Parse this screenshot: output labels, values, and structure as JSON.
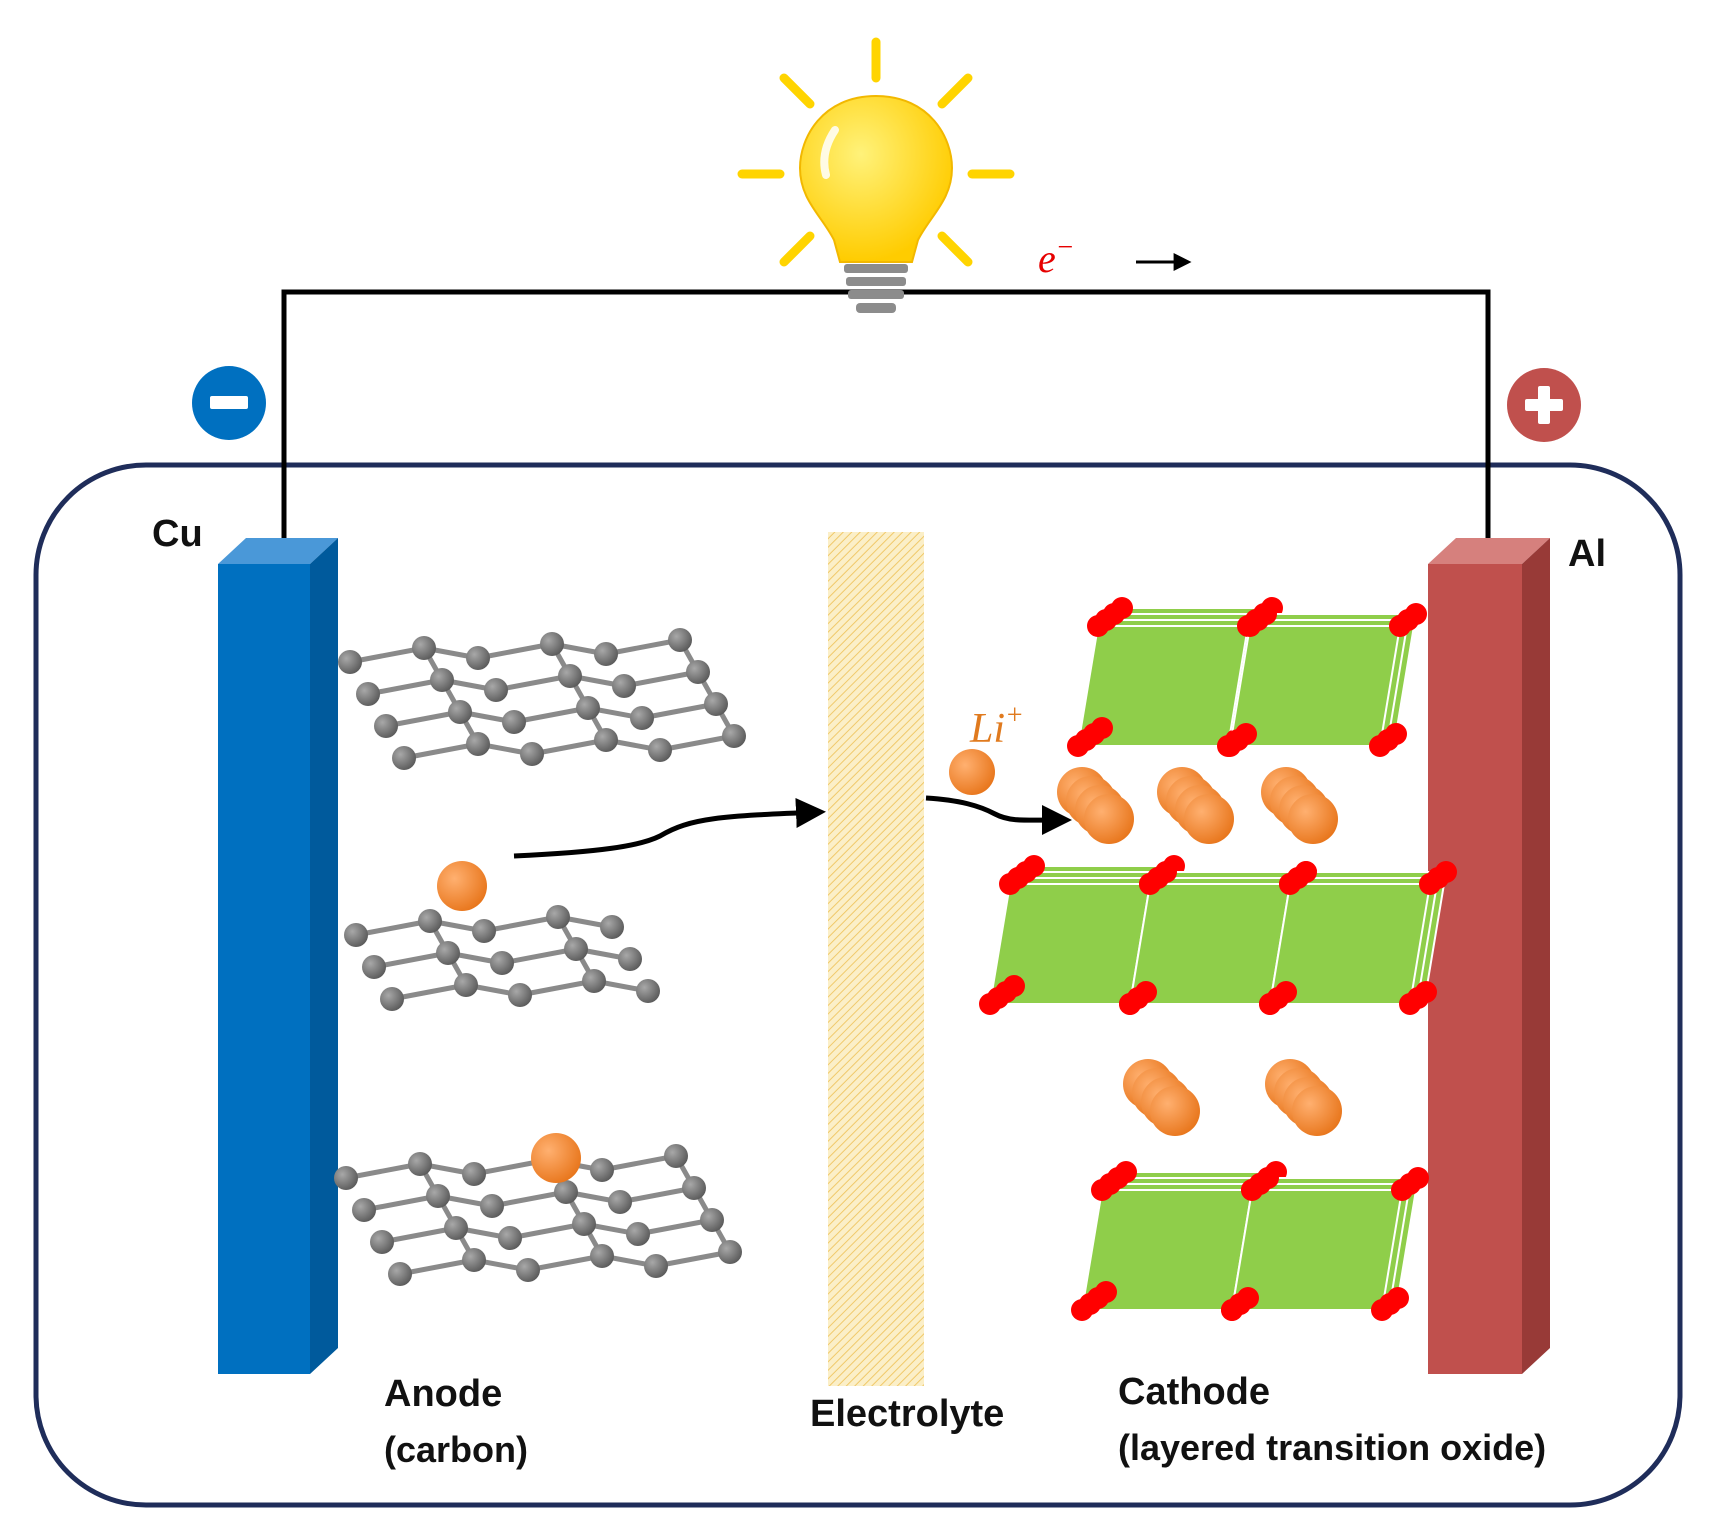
{
  "labels": {
    "negative_collector": "Cu",
    "positive_collector": "Al",
    "anode_title": "Anode",
    "anode_material": "(carbon)",
    "electrolyte": "Electrolyte",
    "cathode_title": "Cathode",
    "cathode_material": "(layered transition oxide)",
    "lithium_ion": {
      "base": "Li",
      "sup": "+"
    },
    "electron": {
      "base": "e",
      "sup": "−"
    },
    "negative_sign": "−",
    "positive_sign": "+"
  },
  "colors": {
    "cell_border": "#1f2d5a",
    "copper_electrode": "#0070c0",
    "aluminum_electrode": "#c0504d",
    "electrolyte": "#f3d58a",
    "graphene_atom": "#6e6e6e",
    "lithium_ion": "#f28a2e",
    "cathode_layer": "#8fce4a",
    "oxygen_atom": "#ff0000",
    "bulb": "#ffd400",
    "electron_label": "#e60000",
    "li_label": "#e07a1e",
    "negative_badge": "#0070c0",
    "positive_badge": "#c0504d"
  },
  "icons": {
    "bulb": "light-bulb-icon",
    "negative_terminal": "minus-circle-icon",
    "positive_terminal": "plus-circle-icon"
  }
}
